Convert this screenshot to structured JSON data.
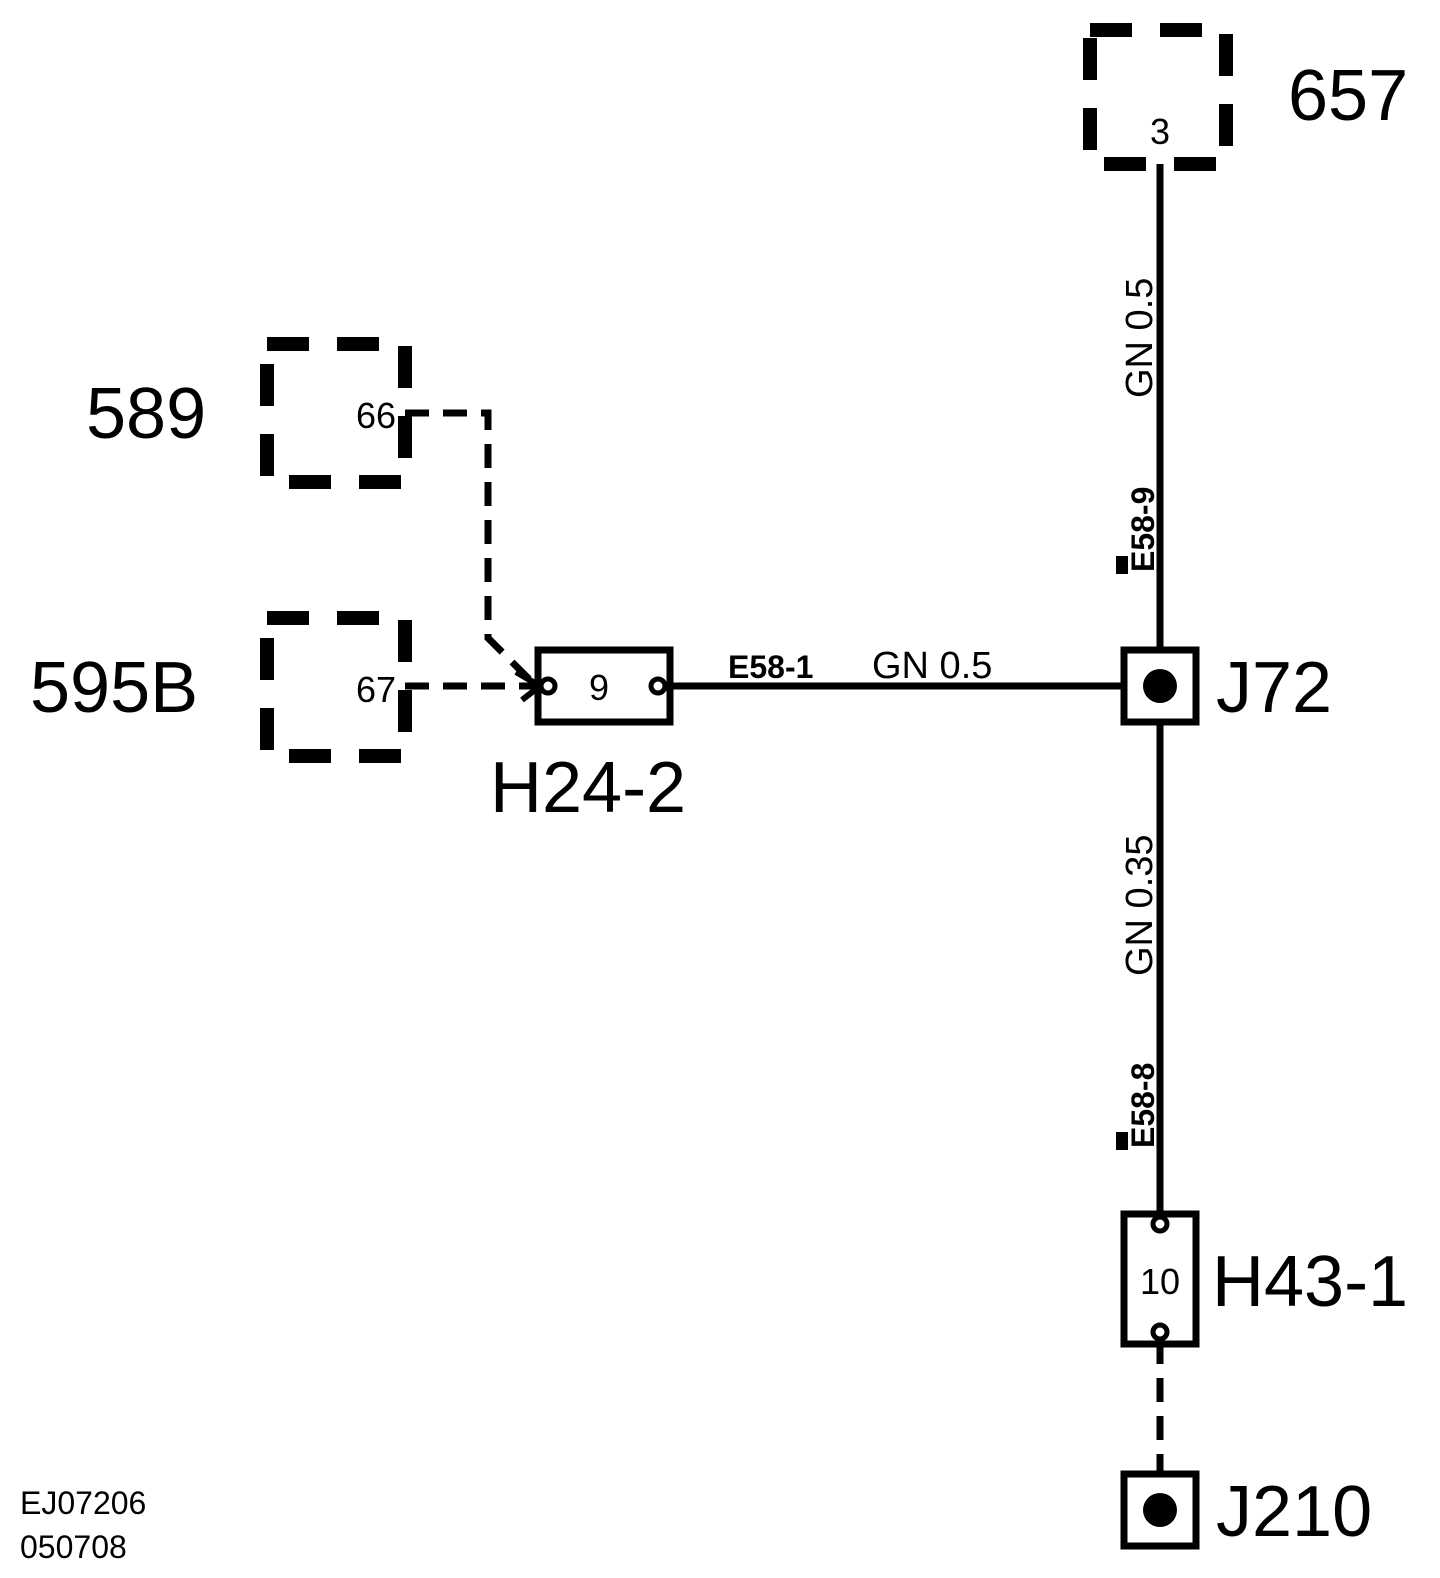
{
  "components": {
    "c657": {
      "ref": "657",
      "pin": "3"
    },
    "c589": {
      "ref": "589",
      "pin": "66"
    },
    "c595b": {
      "ref": "595B",
      "pin": "67"
    },
    "h24": {
      "ref": "H24-2",
      "pin": "9"
    },
    "h43": {
      "ref": "H43-1",
      "pin": "10"
    },
    "j72": {
      "ref": "J72"
    },
    "j210": {
      "ref": "J210"
    }
  },
  "wires": {
    "top_vertical": {
      "code": "E58-9",
      "spec": "GN 0.5"
    },
    "horizontal": {
      "code": "E58-1",
      "spec": "GN 0.5"
    },
    "lower_vertical": {
      "code": "E58-8",
      "spec": "GN 0.35"
    }
  },
  "footer": {
    "doc_code": "EJ07206",
    "date_code": "050708"
  }
}
